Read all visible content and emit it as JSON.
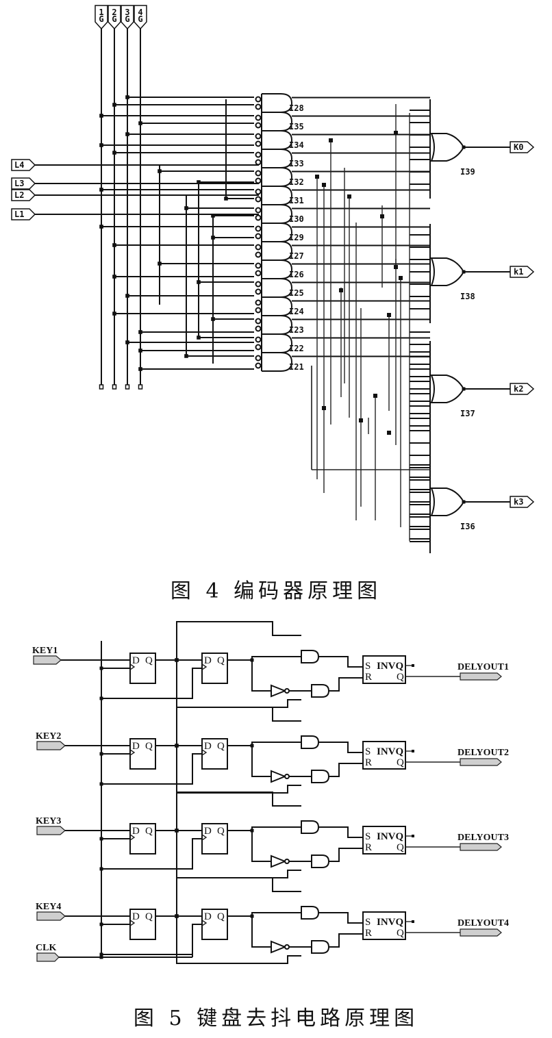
{
  "figure4": {
    "caption": "图 4   编码器原理图",
    "top_inputs": [
      "1",
      "2",
      "3",
      "4"
    ],
    "row_inputs": [
      "L4",
      "L3",
      "L2",
      "L1"
    ],
    "and_gates": [
      "I28",
      "I35",
      "I34",
      "I33",
      "I32",
      "I31",
      "I30",
      "I29",
      "I27",
      "I26",
      "I25",
      "I24",
      "I23",
      "I22",
      "I21"
    ],
    "or_gates": [
      {
        "name": "I39",
        "output": "K0"
      },
      {
        "name": "I38",
        "output": "k1"
      },
      {
        "name": "I37",
        "output": "k2"
      },
      {
        "name": "I36",
        "output": "k3"
      }
    ]
  },
  "figure5": {
    "caption": "图 5   键盘去抖电路原理图",
    "clock_input": "CLK",
    "channels": [
      {
        "input": "KEY1",
        "output": "DELYOUT1"
      },
      {
        "input": "KEY2",
        "output": "DELYOUT2"
      },
      {
        "input": "KEY3",
        "output": "DELYOUT3"
      },
      {
        "input": "KEY4",
        "output": "DELYOUT4"
      }
    ],
    "dff_label": {
      "d": "D",
      "q": "Q"
    },
    "rs_label": {
      "s": "S",
      "r": "R",
      "invq": "INVQ",
      "q": "Q"
    }
  }
}
